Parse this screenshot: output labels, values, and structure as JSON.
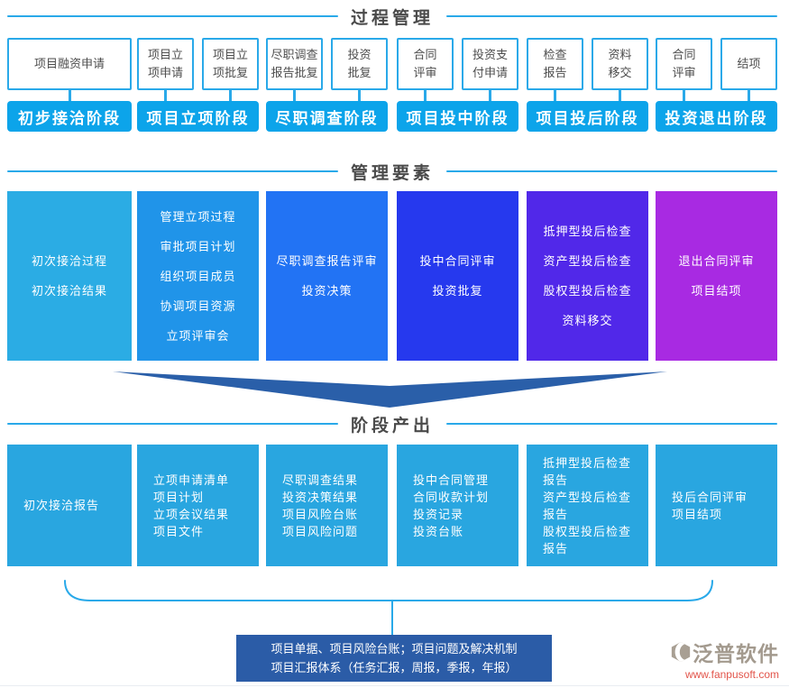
{
  "process": {
    "title": "过程管理",
    "groups": [
      {
        "stage": "初步接洽阶段",
        "docs": [
          "项目融资申请"
        ]
      },
      {
        "stage": "项目立项阶段",
        "docs": [
          "项目立\n项申请",
          "项目立\n项批复"
        ]
      },
      {
        "stage": "尽职调查阶段",
        "docs": [
          "尽职调查\n报告批复",
          "投资\n批复"
        ]
      },
      {
        "stage": "项目投中阶段",
        "docs": [
          "合同\n评审",
          "投资支\n付申请"
        ]
      },
      {
        "stage": "项目投后阶段",
        "docs": [
          "检查\n报告",
          "资料\n移交"
        ]
      },
      {
        "stage": "投资退出阶段",
        "docs": [
          "合同\n评审",
          "结项"
        ]
      }
    ]
  },
  "elements": {
    "title": "管理要素",
    "boxes": [
      {
        "color": "#2bace4",
        "items": [
          "初次接洽过程",
          "初次接洽结果"
        ]
      },
      {
        "color": "#2094e9",
        "items": [
          "管理立项过程",
          "审批项目计划",
          "组织项目成员",
          "协调项目资源",
          "立项评审会"
        ]
      },
      {
        "color": "#2273f4",
        "items": [
          "尽职调查报告评审",
          "投资决策"
        ]
      },
      {
        "color": "#2639ee",
        "items": [
          "投中合同评审",
          "投资批复"
        ]
      },
      {
        "color": "#5128e9",
        "items": [
          "抵押型投后检查",
          "资产型投后检查",
          "股权型投后检查",
          "资料移交"
        ]
      },
      {
        "color": "#a82ae2",
        "items": [
          "退出合同评审",
          "项目结项"
        ]
      }
    ]
  },
  "outputs": {
    "title": "阶段产出",
    "boxes": [
      {
        "items": [
          "初次接洽报告"
        ]
      },
      {
        "items": [
          "立项申请清单",
          "项目计划",
          "立项会议结果",
          "项目文件"
        ]
      },
      {
        "items": [
          "尽职调查结果",
          "投资决策结果",
          "项目风险台账",
          "项目风险问题"
        ]
      },
      {
        "items": [
          "投中合同管理",
          "合同收款计划",
          "投资记录",
          "投资台账"
        ]
      },
      {
        "items": [
          "抵押型投后检查报告",
          "资产型投后检查报告",
          "股权型投后检查报告"
        ]
      },
      {
        "items": [
          "投后合同评审",
          "项目结项"
        ]
      }
    ]
  },
  "summary": {
    "line1": "项目单据、项目风险台账；项目问题及解决机制",
    "line2": "项目汇报体系（任务汇报，周报，季报，年报）"
  },
  "branding": {
    "name": "泛普软件",
    "website": "www.fanpusoft.com"
  },
  "colors": {
    "accent": "#29a9e9",
    "stage_bar": "#0ca4ea",
    "doc_border": "#2aa9e9",
    "doc_text": "#4d4d4d",
    "title_text": "#4a4a4a",
    "output_box": "#29a6e0",
    "arrow": "#2a5fa9",
    "summary_bg": "#2b5ca7",
    "logo_text": "#a39a8e",
    "website": "#e2544a"
  }
}
